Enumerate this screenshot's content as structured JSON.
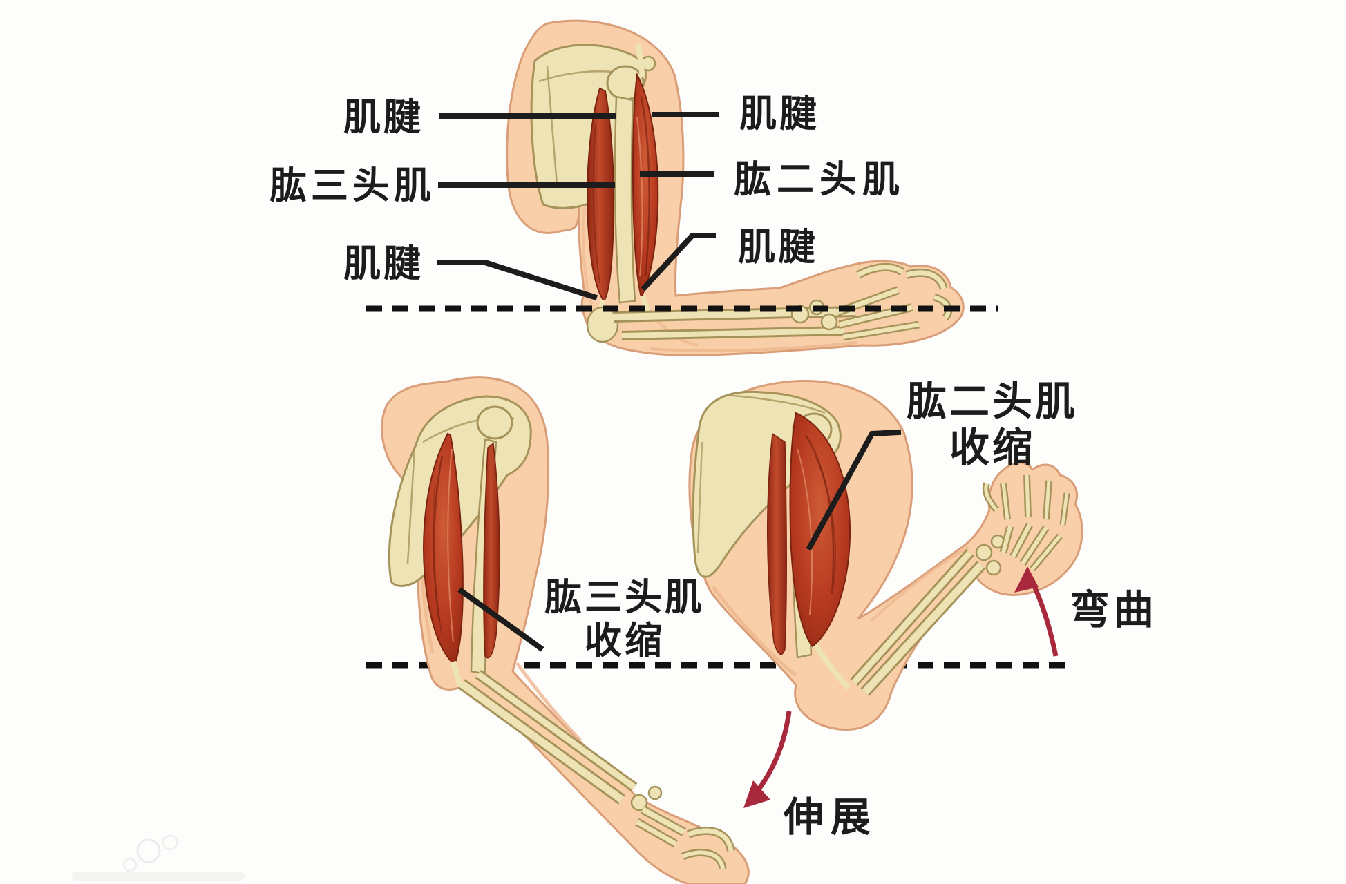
{
  "colors": {
    "background": "#fdfdfc",
    "skin": "#F8CFA8",
    "skin_outline": "#D99E78",
    "skin_shadow": "#ECB58D",
    "bone": "#EDE3B5",
    "bone_outline": "#A6935A",
    "muscle_dark": "#8F2713",
    "muscle_mid": "#B73A20",
    "muscle_light": "#CE5B36",
    "label_text": "#1C1C1C",
    "leader_line": "#1C1C1C",
    "dashed_line": "#111111",
    "arrow": "#A8283C"
  },
  "diagram": {
    "top_figure": {
      "labels": {
        "tendon_upper_left": "肌腱",
        "triceps": "肱三头肌",
        "tendon_lower_left": "肌腱",
        "tendon_upper_right": "肌腱",
        "biceps": "肱二头肌",
        "tendon_lower_right": "肌腱"
      }
    },
    "bottom_left_figure": {
      "contraction_label": {
        "line1": "肱三头肌",
        "line2": "收缩"
      }
    },
    "bottom_right_figure": {
      "contraction_label": {
        "line1": "肱二头肌",
        "line2": "收缩"
      },
      "motion_label": "弯曲"
    },
    "extension_label": "伸展"
  }
}
